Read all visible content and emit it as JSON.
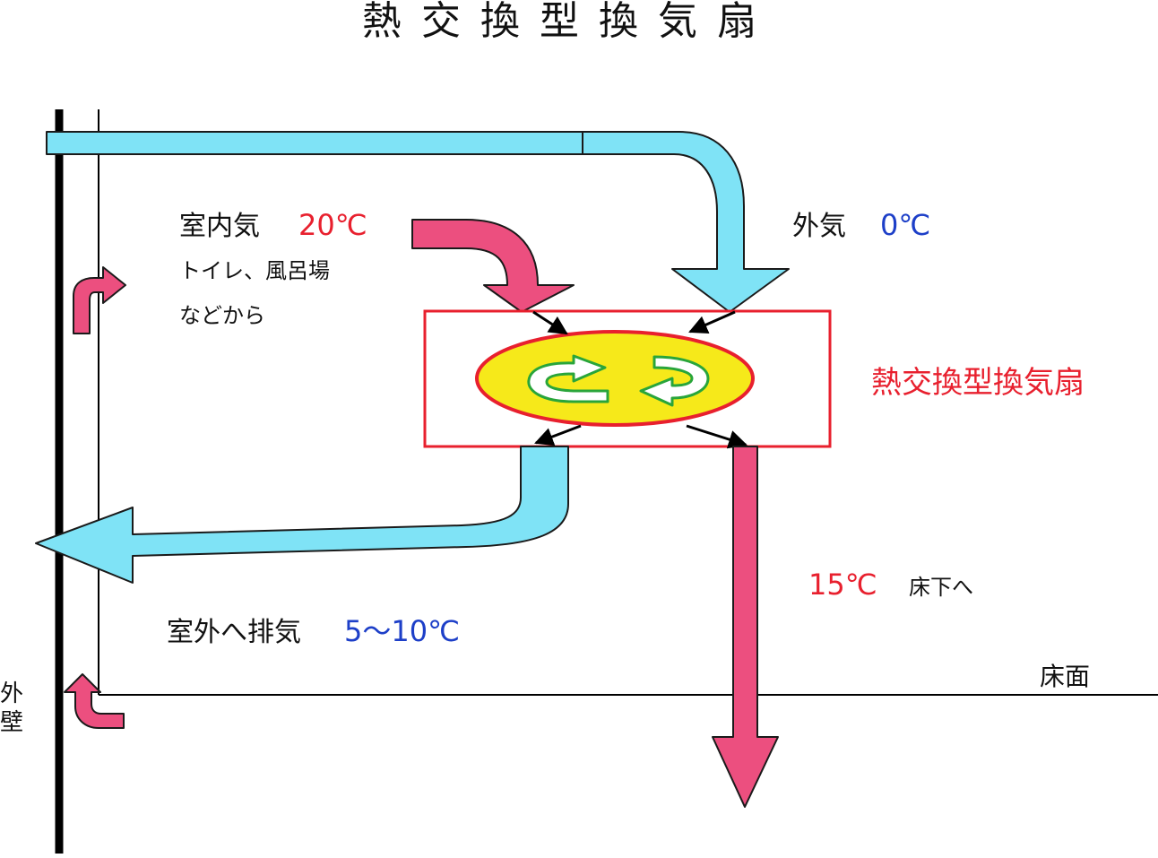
{
  "title": "熱交換型換気扇",
  "labels": {
    "room_air": "室内気",
    "room_air_temp": "20℃",
    "room_air_source_line1": "トイレ、風呂場",
    "room_air_source_line2": "などから",
    "outside_air": "外気",
    "outside_air_temp": "0℃",
    "fan_label": "熱交換型換気扇",
    "supply_temp": "15℃",
    "supply_dest": "床下へ",
    "exhaust": "室外へ排気",
    "exhaust_temp": "5～10℃",
    "floor": "床面",
    "outer_wall_1": "外",
    "outer_wall_2": "壁"
  },
  "colors": {
    "cool_air": "#7fe3f6",
    "warm_air": "#ec4f7f",
    "fan_box": "#e8202e",
    "exchanger_fill": "#f6e91a",
    "exchanger_arrows": "#29a53a",
    "temp_warm": "#e8202e",
    "temp_cool": "#1d3fc8"
  },
  "icons": {
    "exchanger_rotation": "rotation-arrows-icon"
  }
}
